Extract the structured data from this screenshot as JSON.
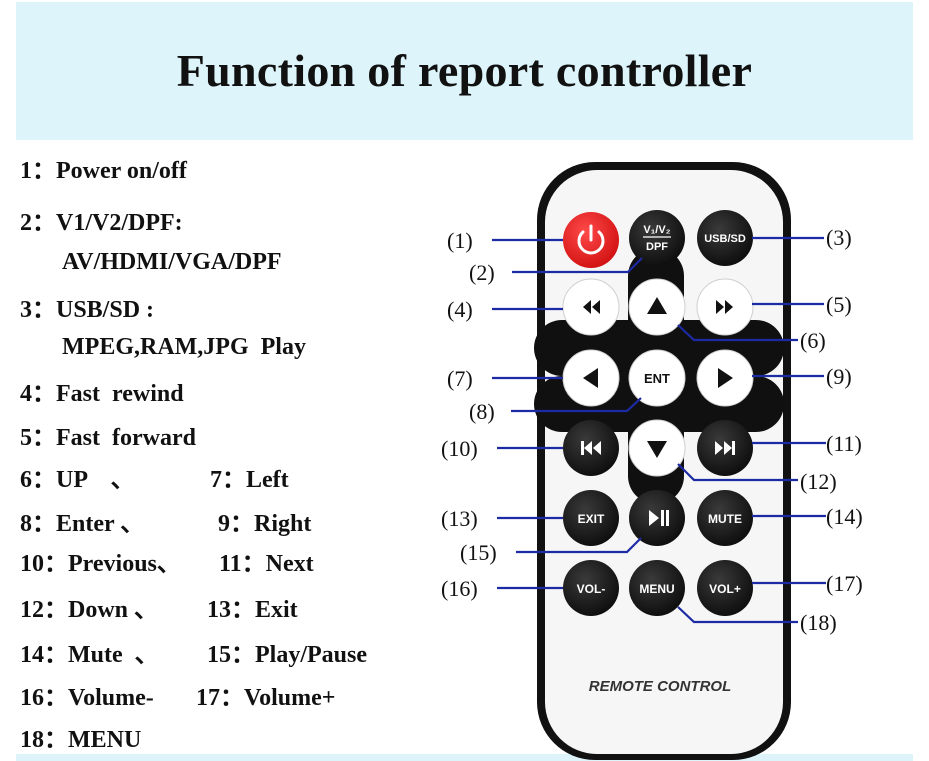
{
  "title": "Function of report controller",
  "functions": [
    "1：Power on/off",
    "2：V1/V2/DPF:",
    "AV/HDMI/VGA/DPF",
    "3：USB/SD :",
    "MPEG,RAM,JPG  Play",
    "4：Fast  rewind",
    "5：Fast  forward",
    "6：UP    、",
    "7：Left",
    "8：Enter 、",
    "9：Right",
    "10：Previous、",
    "11：Next",
    "12：Down 、",
    "13：Exit",
    "14：Mute  、",
    "15：Play/Pause",
    "16：Volume-",
    "17：Volume+",
    "18：MENU"
  ],
  "remote": {
    "buttons": {
      "power": "power-icon",
      "v1v2_top": "V₁/V₂",
      "v1v2_bottom": "DPF",
      "usb_sd": "USB/SD",
      "rewind": "rewind-icon",
      "up": "up-arrow-icon",
      "forward": "fast-forward-icon",
      "left": "left-arrow-icon",
      "enter": "ENT",
      "right": "right-arrow-icon",
      "previous": "previous-icon",
      "down": "down-arrow-icon",
      "next": "next-icon",
      "exit": "EXIT",
      "play_pause": "play-pause-icon",
      "mute": "MUTE",
      "vol_minus": "VOL-",
      "menu": "MENU",
      "vol_plus": "VOL+"
    },
    "label": "REMOTE CONTROL"
  },
  "callouts": [
    "(1)",
    "(2)",
    "(3)",
    "(4)",
    "(5)",
    "(6)",
    "(7)",
    "(8)",
    "(9)",
    "(10)",
    "(11)",
    "(12)",
    "(13)",
    "(14)",
    "(15)",
    "(16)",
    "(17)",
    "(18)"
  ],
  "colors": {
    "title_band": "#dcf4fa",
    "power_button": "#e62121",
    "button": "#141414",
    "leader_line": "#1c2aa3",
    "remote_body": "#f6f6f6"
  }
}
